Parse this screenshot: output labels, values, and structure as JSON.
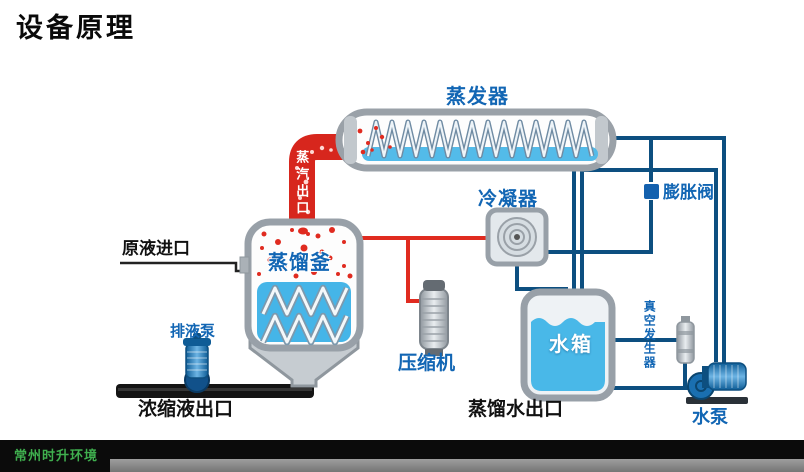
{
  "page": {
    "title": "设备原理",
    "watermark": "常州时升环境"
  },
  "labels": {
    "evaporator": "蒸发器",
    "condenser": "冷凝器",
    "expansion_valve": "膨胀阀",
    "distillation_kettle": "蒸馏釜",
    "steam_outlet": "蒸汽出口",
    "raw_liquid_inlet": "原液进口",
    "drain_pump": "排液泵",
    "concentrate_outlet": "浓缩液出口",
    "compressor": "压缩机",
    "water_tank": "水箱",
    "distilled_water_outlet": "蒸馏水出口",
    "vacuum_generator": "真空发生器",
    "water_pump": "水泵"
  },
  "colors": {
    "hot_pipe_red": "#d7261d",
    "cold_pipe_blue": "#0d4f80",
    "label_blue": "#1266b4",
    "water_blue": "#49b8e8",
    "metal_gray": "#9aa1a8",
    "watermark_green": "#3fae4e"
  }
}
